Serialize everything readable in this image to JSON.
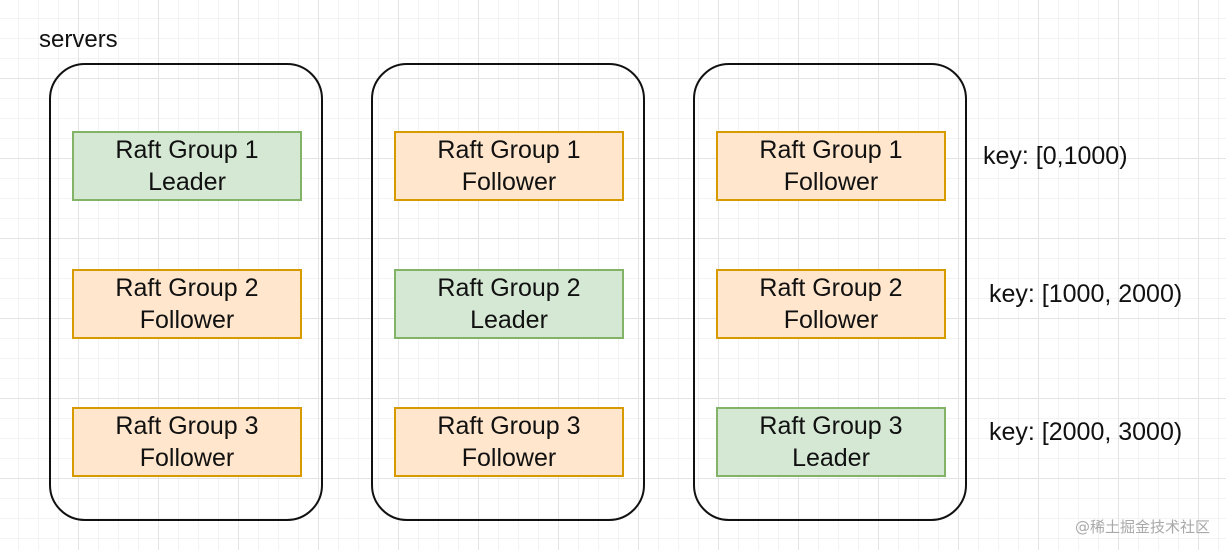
{
  "diagram": {
    "title": "servers",
    "servers": [
      {
        "nodes": [
          {
            "group": "Raft Group 1",
            "role": "Leader",
            "role_type": "leader"
          },
          {
            "group": "Raft Group 2",
            "role": "Follower",
            "role_type": "follower"
          },
          {
            "group": "Raft Group 3",
            "role": "Follower",
            "role_type": "follower"
          }
        ]
      },
      {
        "nodes": [
          {
            "group": "Raft Group 1",
            "role": "Follower",
            "role_type": "follower"
          },
          {
            "group": "Raft Group 2",
            "role": "Leader",
            "role_type": "leader"
          },
          {
            "group": "Raft Group 3",
            "role": "Follower",
            "role_type": "follower"
          }
        ]
      },
      {
        "nodes": [
          {
            "group": "Raft Group 1",
            "role": "Follower",
            "role_type": "follower"
          },
          {
            "group": "Raft Group 2",
            "role": "Follower",
            "role_type": "follower"
          },
          {
            "group": "Raft Group 3",
            "role": "Leader",
            "role_type": "leader"
          }
        ]
      }
    ],
    "key_ranges": [
      "key: [0,1000)",
      "key: [1000, 2000)",
      "key: [2000, 3000)"
    ],
    "watermark": "@稀土掘金技术社区",
    "colors": {
      "leader_fill": "#d5e8d4",
      "leader_stroke": "#82b366",
      "follower_fill": "#ffe6cc",
      "follower_stroke": "#d79b00",
      "server_stroke": "#111111"
    }
  }
}
